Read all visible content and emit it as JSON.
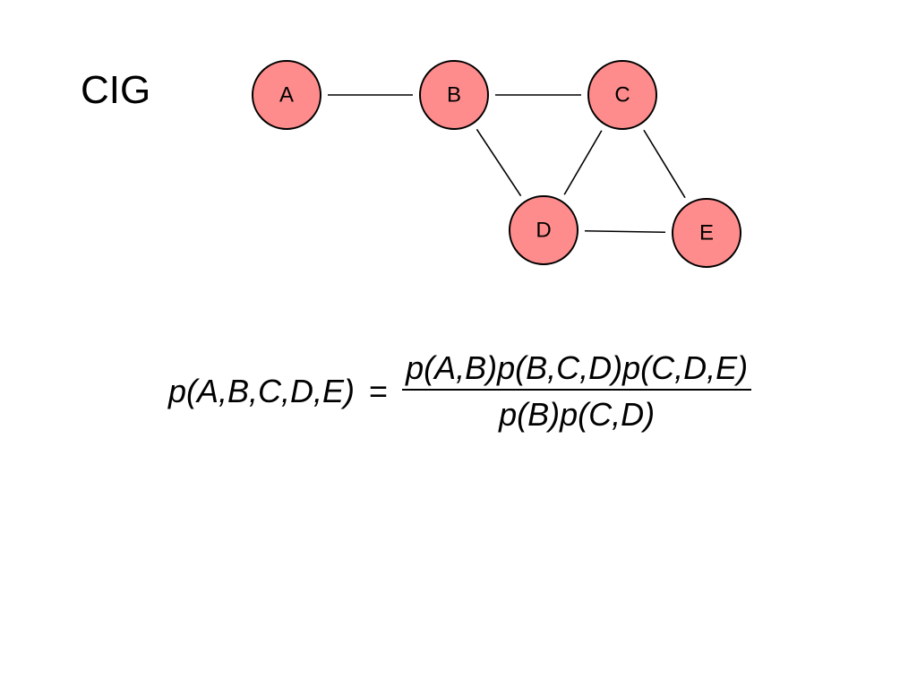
{
  "slide": {
    "title": "CIG"
  },
  "graph": {
    "node_fill": "#FF8C8C",
    "node_stroke": "#000000",
    "nodes": [
      {
        "id": "A",
        "label": "A"
      },
      {
        "id": "B",
        "label": "B"
      },
      {
        "id": "C",
        "label": "C"
      },
      {
        "id": "D",
        "label": "D"
      },
      {
        "id": "E",
        "label": "E"
      }
    ],
    "edges": [
      [
        "A",
        "B"
      ],
      [
        "B",
        "C"
      ],
      [
        "B",
        "D"
      ],
      [
        "C",
        "D"
      ],
      [
        "C",
        "E"
      ],
      [
        "D",
        "E"
      ]
    ]
  },
  "formula": {
    "lhs": "p(A,B,C,D,E)",
    "equals": "=",
    "numerator": "p(A,B)p(B,C,D)p(C,D,E)",
    "denominator": "p(B)p(C,D)"
  }
}
